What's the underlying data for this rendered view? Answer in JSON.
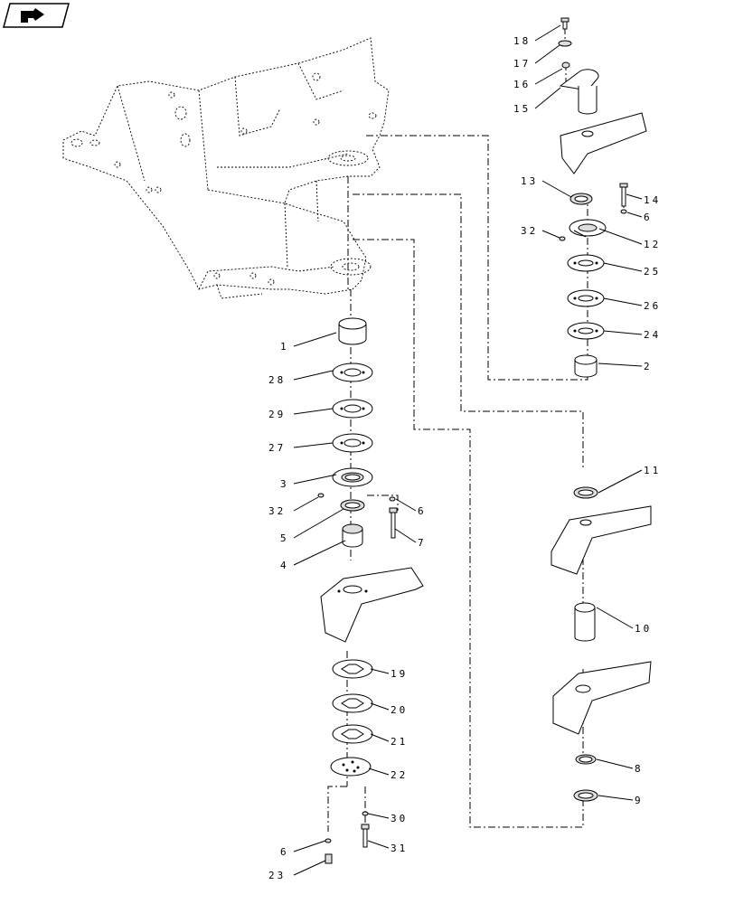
{
  "nav_icon": "return-arrow-icon",
  "labels": {
    "p1": "1",
    "p2": "2",
    "p3": "3",
    "p4": "4",
    "p5": "5",
    "p6a": "6",
    "p6b": "6",
    "p6c": "6",
    "p7": "7",
    "p8": "8",
    "p9": "9",
    "p10": "10",
    "p11": "11",
    "p12": "12",
    "p13": "13",
    "p14": "14",
    "p15": "15",
    "p16": "16",
    "p17": "17",
    "p18": "18",
    "p19": "19",
    "p20": "20",
    "p21": "21",
    "p22": "22",
    "p23": "23",
    "p24": "24",
    "p25": "25",
    "p26": "26",
    "p27": "27",
    "p28": "28",
    "p29": "29",
    "p30": "30",
    "p31": "31",
    "p32a": "32",
    "p32b": "32"
  }
}
